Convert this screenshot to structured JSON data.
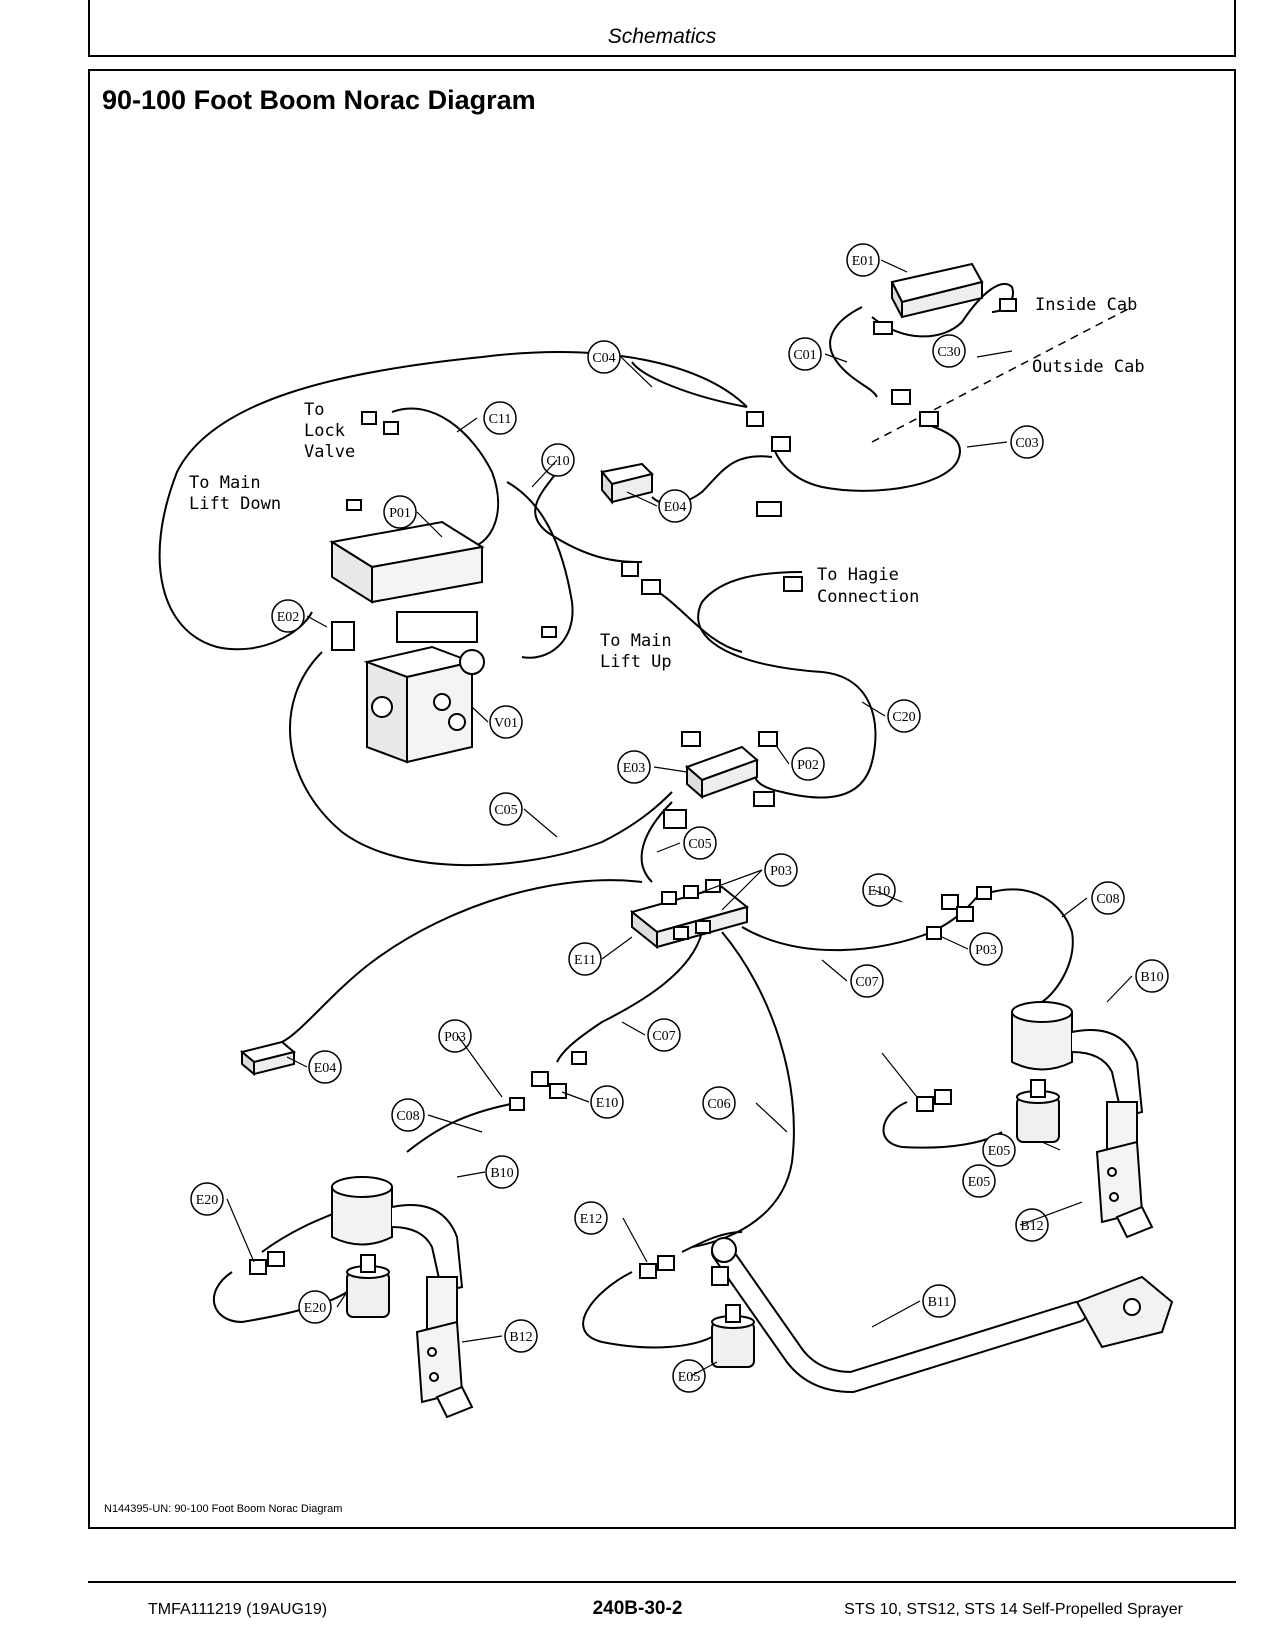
{
  "header": {
    "section": "Schematics"
  },
  "figure": {
    "title": "90-100 Foot Boom Norac Diagram",
    "caption": "N144395-UN: 90-100 Foot Boom Norac Diagram",
    "callouts": [
      "E01",
      "C30",
      "C01",
      "C03",
      "C04",
      "C11",
      "C10",
      "P01",
      "E04",
      "E02",
      "V01",
      "C20",
      "E03",
      "P02",
      "C05",
      "C05",
      "P03",
      "E10",
      "C08",
      "P03",
      "E11",
      "C07",
      "B10",
      "E04",
      "C07",
      "P03",
      "E20",
      "C08",
      "E10",
      "C06",
      "B10",
      "E05",
      "E20",
      "E12",
      "B12",
      "B11",
      "E05",
      "B12",
      "E05"
    ],
    "annotations": {
      "inside_cab": "Inside Cab",
      "outside_cab": "Outside Cab",
      "to_lock_valve": [
        "To",
        "Lock",
        "Valve"
      ],
      "to_main_lift_down": [
        "To Main",
        "Lift Down"
      ],
      "to_hagie": [
        "To Hagie",
        "Connection"
      ],
      "to_main_lift_up": [
        "To Main",
        "Lift Up"
      ]
    }
  },
  "footer": {
    "doc_id": "TMFA111219 (19AUG19)",
    "page": "240B-30-2",
    "product": "STS 10, STS12, STS 14 Self-Propelled Sprayer"
  }
}
